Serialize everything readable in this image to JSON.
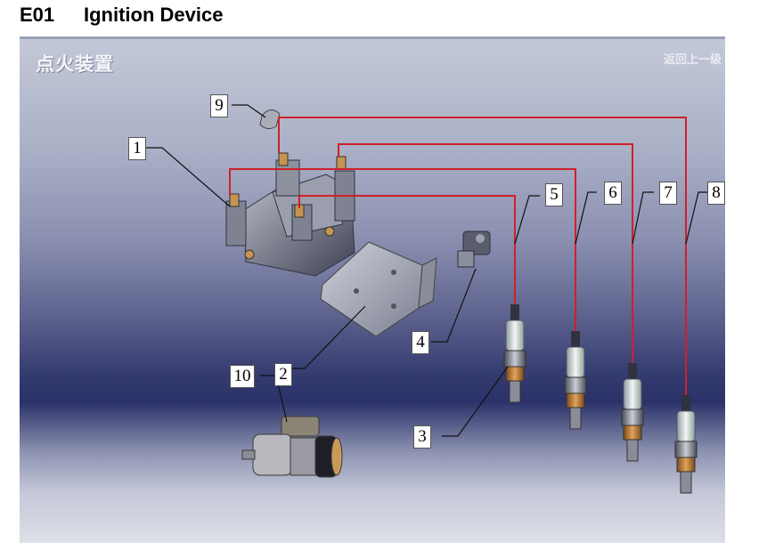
{
  "document": {
    "code": "E01",
    "title": "Ignition Device"
  },
  "panel": {
    "title": "点火装置",
    "back_link": "返回上一级"
  },
  "components": {
    "ignition_coil": "ignition-coil",
    "coil_bracket": "coil-bracket",
    "spark_plugs": 4,
    "starter_motor": "starter-motor",
    "knock_sensor": "knock-sensor",
    "ht_lead_clip": "ht-lead-clip"
  },
  "colors": {
    "ignition_wire": "#d0202a",
    "panel_top": "#c3c8d8",
    "panel_band": "#2b3269"
  },
  "callouts": [
    {
      "number": "1",
      "target": "ignition-coil"
    },
    {
      "number": "2",
      "target": "coil-bracket"
    },
    {
      "number": "3",
      "target": "spark-plug"
    },
    {
      "number": "4",
      "target": "knock-sensor"
    },
    {
      "number": "5",
      "target": "ignition-wire"
    },
    {
      "number": "6",
      "target": "ignition-wire"
    },
    {
      "number": "7",
      "target": "ignition-wire"
    },
    {
      "number": "8",
      "target": "ignition-wire"
    },
    {
      "number": "9",
      "target": "ht-lead-clip"
    },
    {
      "number": "10",
      "target": "starter-motor"
    }
  ]
}
